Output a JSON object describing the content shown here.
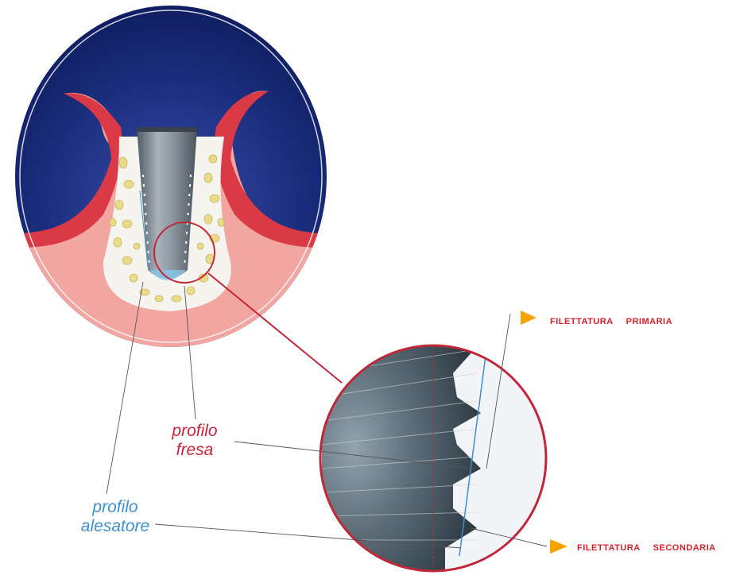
{
  "labels": {
    "profilo_fresa_line1": "profilo",
    "profilo_fresa_line2": "fresa",
    "profilo_alesatore_line1": "profilo",
    "profilo_alesatore_line2": "alesatore",
    "filettatura_primaria_word1": "FILETTATURA",
    "filettatura_primaria_word2": "PRIMARIA",
    "filettatura_secondaria_word1": "FILETTATURA",
    "filettatura_secondaria_word2": "SECONDARIA"
  },
  "colors": {
    "label_red": "#c8253a",
    "label_blue": "#3d8fd0",
    "tag_red": "#d4202c",
    "arrow_orange": "#f5a300",
    "sky_dark": "#162a78",
    "gum_pink": "#f2a6a2",
    "gum_red": "#d93a45",
    "bone_white": "#f6f4ef",
    "bone_particle": "#e9db8a",
    "implant_grey": "#7b8791",
    "magnifier_ring": "#c0283a"
  }
}
